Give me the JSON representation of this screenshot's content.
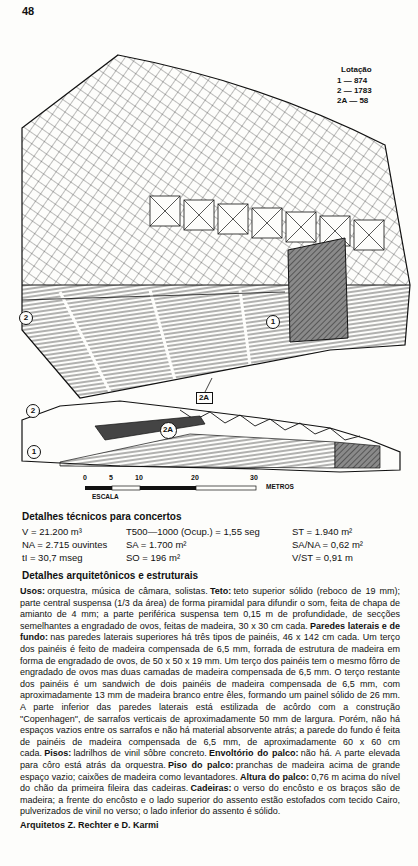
{
  "diagram": {
    "nodes": [
      {
        "text": [
          "2"
        ]
      },
      {
        "text": [
          "1"
        ]
      },
      {
        "text": [
          "2A"
        ]
      },
      {
        "text": [
          "2"
        ]
      },
      {
        "text": [
          "2A"
        ]
      },
      {
        "text": [
          "1"
        ]
      }
    ],
    "labels": [
      "48",
      "Lotação",
      "1 — 874",
      "2 — 1783",
      "2A — 58",
      "0",
      "5",
      "10",
      "20",
      "30",
      "METROS",
      "ESCALA",
      "Detalhes técnicos para concertos",
      "V = 21.200 m³",
      "NA = 2.715 ouvintes",
      "tI = 30,7 mseg",
      "T500—1000 (Ocup.) = 1,55 seg",
      "SA = 1.700 m²",
      "SO = 196 m²",
      "ST = 1.940 m²",
      "SA/NA = 0,62 m²",
      "V/ST = 0,91 m",
      "Detalhes arquitetônicos e estruturais",
      "Usos:",
      "orquestra, música de câmara, solistas.",
      "Teto:",
      "teto superior sólido (reboco de 19 mm); parte central suspensa (1/3 da área) de forma piramidal para difundir o som, feita de chapa de amianto de 4 mm; a parte periférica suspensa tem 0,15 m de profundidade, de secções semelhantes a engradado de ovos, feitas de madeira, 30 x 30 cm cada.",
      "Paredes laterais e de fundo:",
      "nas paredes laterais superiores há três tipos de painéis, 46 x 142 cm cada. Um terço dos painéis é feito de madeira compensada de 6,5 mm, forrada de estrutura de madeira em forma de engradado de ovos, de 50 x 50 x 19 mm. Um terço dos painéis tem o mesmo fôrro de engradado de ovos mas duas camadas de madeira compensada de 6,5 mm. O terço restante dos painéis é um sandwich de dois painéis de madeira compensada de 6,5 mm, com aproximadamente 13 mm de madeira branco entre êles, formando um painel sólido de 26 mm. A parte inferior das paredes laterais está estilizada de acôrdo com a construção \"Copenhagen\", de sarrafos verticais de aproximadamente 50 mm de largura. Porém, não há espaços vazios entre os sarrafos e não há material absorvente atrás; a parede do fundo é feita de painéis de madeira compensada de 6,5 mm, de aproximadamente 60 x 60 cm cada.",
      "Pisos:",
      "ladrilhos de vinil sôbre concreto.",
      "Envoltório do palco:",
      "não há. A parte elevada para côro está atrás da orquestra.",
      "Piso do palco:",
      "pranchas de madeira acima de grande espaço vazio; caixões de madeira como levantadores.",
      "Altura do palco:",
      "0,76 m acima do nível do chão da primeira fileira das cadeiras.",
      "Cadeiras:",
      "o verso do encôsto e os braços são de madeira; a frente do encôsto e o lado superior do assento estão estofados com tecido Cairo, pulverizados de vinil no verso; o lado inferior do assento é sólido.",
      "Arquitetos Z. Rechter e D. Karmi"
    ]
  }
}
